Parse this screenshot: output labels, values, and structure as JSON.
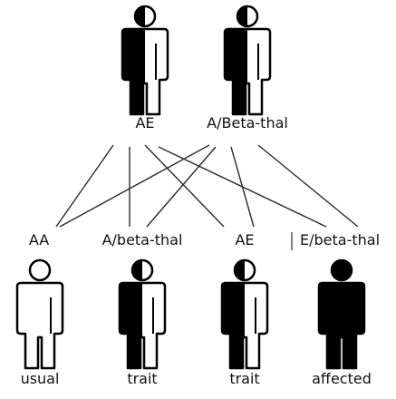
{
  "parents": [
    {
      "genotype": "AE",
      "phenotype": "half"
    },
    {
      "genotype": "A/Beta-thal",
      "phenotype": "half"
    }
  ],
  "children": [
    {
      "genotype": "AA",
      "status": "usual",
      "phenotype": "white"
    },
    {
      "genotype": "A/beta-thal",
      "status": "trait",
      "phenotype": "half"
    },
    {
      "genotype": "AE",
      "status": "trait",
      "phenotype": "half"
    },
    {
      "genotype": "E/beta-thal",
      "status": "affected",
      "phenotype": "black"
    }
  ],
  "colors": {
    "ink": "#000000",
    "paper": "#ffffff"
  }
}
